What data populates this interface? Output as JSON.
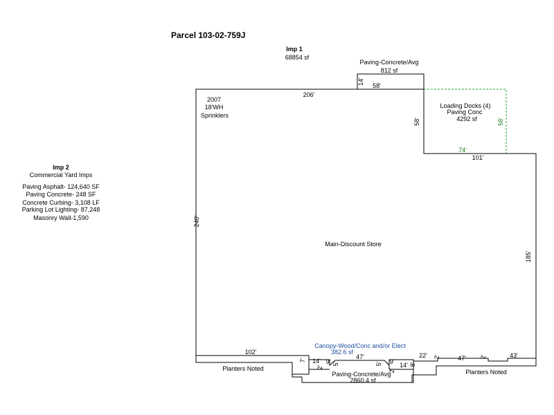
{
  "parcel_title": "Parcel  103-02-759J",
  "imp1": {
    "label": "Imp 1",
    "area": "68854 sf"
  },
  "imp2": {
    "label": "Imp 2",
    "subtitle": "Commercial Yard Imps",
    "items": [
      "Paving Asphalt- 124,640  SF",
      "Paving Concrete- 248  SF",
      "Concrete Curbing- 3,108  LF",
      "Parking Lot Lighting- 87,248",
      "Masonry Wall-1,590"
    ]
  },
  "top_paving": {
    "label": "Paving-Concrete/Avg",
    "area": "812 sf"
  },
  "building_notes": [
    "2007",
    "18'WH",
    "Sprinklers"
  ],
  "loading_docks": {
    "label": "Loading Docks (4)",
    "sub": "Paving Conc",
    "area": "4292 sf"
  },
  "main_label": "Main-Discount Store",
  "canopy": {
    "label": "Canopy-Wood/Conc and/or Elect",
    "area": "382.6 sf"
  },
  "bottom_paving": {
    "label": "Paving-Concrete/Avg",
    "area": "2860.4 sf"
  },
  "planters_left": "Planters Noted",
  "planters_right": "Planters Noted",
  "dimensions": {
    "top_206": "206'",
    "notch_14": "14'",
    "notch_58": "58'",
    "dock_left_58": "58'",
    "dock_right_58": "58'",
    "dock_74": "74'",
    "dock_101": "101'",
    "left_240": "240'",
    "right_185": "185'",
    "bottom_102": "102'",
    "step_7": "7'",
    "bottom_14a": "14'",
    "bottom_9a": "9'",
    "bottom_2a": "2'",
    "canopy_47": "47'",
    "canopy_5a": "5'",
    "canopy_5b": "5'",
    "bottom_9b": "9'",
    "bottom_2b": "2'",
    "bottom_14b": "14'",
    "bottom_8": "8'",
    "bottom_22": "22'",
    "bottom_2c": "2'",
    "bottom_47": "47'",
    "bottom_2d": "2'",
    "bottom_43": "43'"
  },
  "colors": {
    "outline": "#000000",
    "dock_outline": "#22aa22",
    "canopy_text": "#1f4fa0"
  }
}
